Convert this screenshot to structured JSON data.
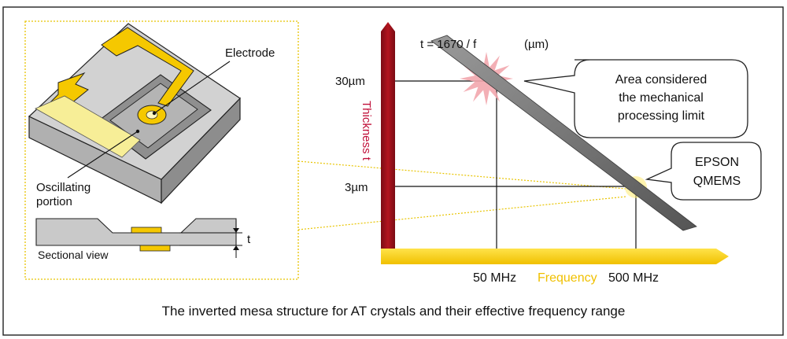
{
  "caption": "The inverted mesa structure for AT crystals and their effective frequency range",
  "device": {
    "electrode_label": "Electrode",
    "oscillating_label_line1": "Oscillating",
    "oscillating_label_line2": "portion",
    "sectional_view_label": "Sectional view",
    "thickness_symbol": "t",
    "colors": {
      "electrode": "#f5c800",
      "body": "#c9c9c9",
      "cavity": "#a8a8a8"
    }
  },
  "graph": {
    "formula": "t = 1670 / f",
    "unit": "(µm)",
    "y_axis_label": "Thickness t",
    "x_axis_label": "Frequency",
    "y_ticks": [
      "30µm",
      "3µm"
    ],
    "x_ticks": [
      "50 MHz",
      "500 MHz"
    ],
    "callout_limit_line1": "Area considered",
    "callout_limit_line2": "the mechanical",
    "callout_limit_line3": "processing limit",
    "callout_epson_line1": "EPSON",
    "callout_epson_line2": "QMEMS",
    "colors": {
      "y_axis": "#a0121d",
      "x_axis": "#f5d000",
      "y_label": "#c0103a",
      "x_label": "#f0c000",
      "line": "#7b7b7b"
    }
  }
}
